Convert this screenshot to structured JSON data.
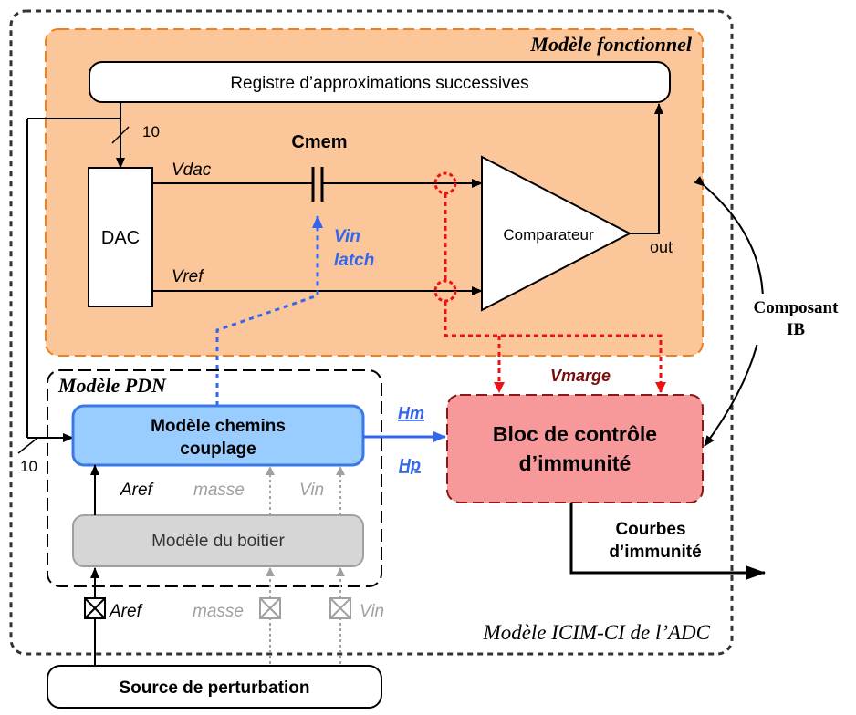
{
  "labels": {
    "outer_title": "Modèle ICIM-CI de l’ADC",
    "functional_title": "Modèle fonctionnel",
    "pdn_title": "Modèle PDN",
    "register": "Registre d’approximations successives",
    "bus_width_top": "10",
    "bus_width_left": "10",
    "cmem": "Cmem",
    "vdac": "Vdac",
    "vref": "Vref",
    "dac": "DAC",
    "comparator": "Comparateur",
    "out": "out",
    "vin_latch_1": "Vin",
    "vin_latch_2": "latch",
    "component_ib_1": "Composant",
    "component_ib_2": "IB",
    "vmarge": "Vmarge",
    "paths_model_1": "Modèle chemins",
    "paths_model_2": "couplage",
    "hm": "Hm",
    "hp": "Hp",
    "immunity_block_1": "Bloc de contrôle",
    "immunity_block_2": "d’immunité",
    "aref_pdn": "Aref",
    "masse_pdn": "masse",
    "vin_pdn": "Vin",
    "package_model": "Modèle du boitier",
    "aref_port": "Aref",
    "masse_port": "masse",
    "vin_port": "Vin",
    "curves_1": "Courbes",
    "curves_2": "d’immunité",
    "source": "Source de perturbation"
  },
  "colors": {
    "functional_fill": "#fbc79a",
    "functional_border": "#f07f1e",
    "paths_fill": "#99ccff",
    "paths_border": "#3a78e8",
    "immunity_fill": "#f7999b",
    "immunity_border": "#8a1616",
    "package_fill": "#d6d6d6",
    "blue_signal": "#3366ee",
    "red_signal": "#ee1111",
    "dark_red_text": "#7a0c0c",
    "grey": "#a0a0a0"
  }
}
